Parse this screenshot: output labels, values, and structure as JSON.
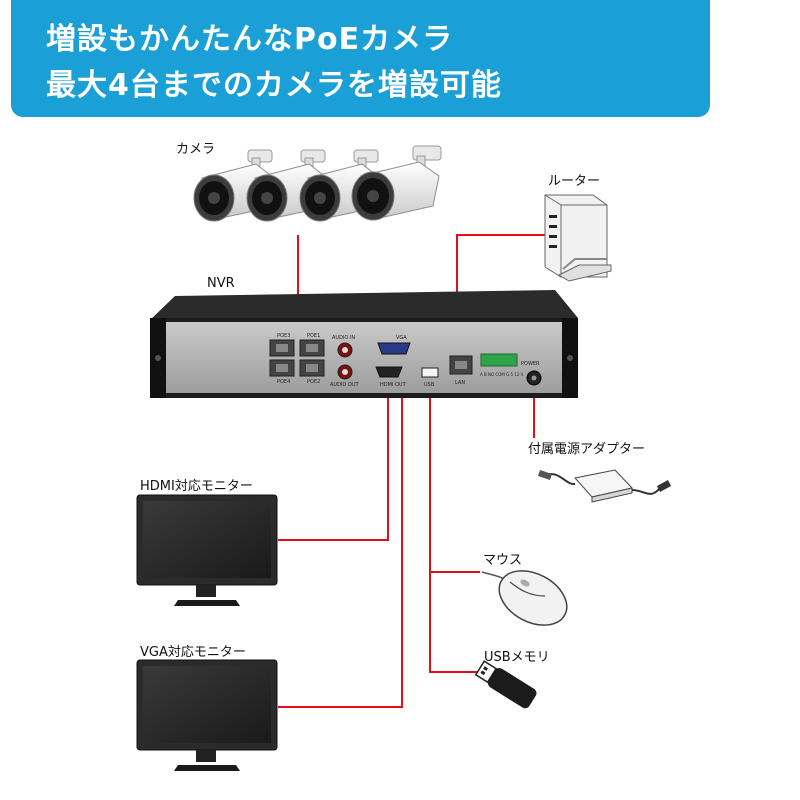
{
  "header": {
    "title_line1": "増設もかんたんなPoEカメラ",
    "title_line2": "最大4台までのカメラを増設可能"
  },
  "labels": {
    "camera": "カメラ",
    "router": "ルーター",
    "nvr": "NVR",
    "power_adapter": "付属電源アダプター",
    "hdmi_monitor": "HDMI対応モニター",
    "mouse": "マウス",
    "vga_monitor": "VGA対応モニター",
    "usb_memory": "USBメモリ"
  },
  "ports": {
    "poe3": "POE3",
    "poe1": "POE1",
    "poe4": "POE4",
    "poe2": "POE2",
    "audio_in": "AUDIO IN",
    "audio_out": "AUDIO OUT",
    "vga": "VGA",
    "hdmi": "HDMI OUT",
    "usb": "USB",
    "lan": "LAN",
    "power": "POWER",
    "alarm": "A  B  NO  COM  G  5  12  V"
  },
  "colors": {
    "banner": "#1a9fd6",
    "cable": "#e0101a"
  }
}
